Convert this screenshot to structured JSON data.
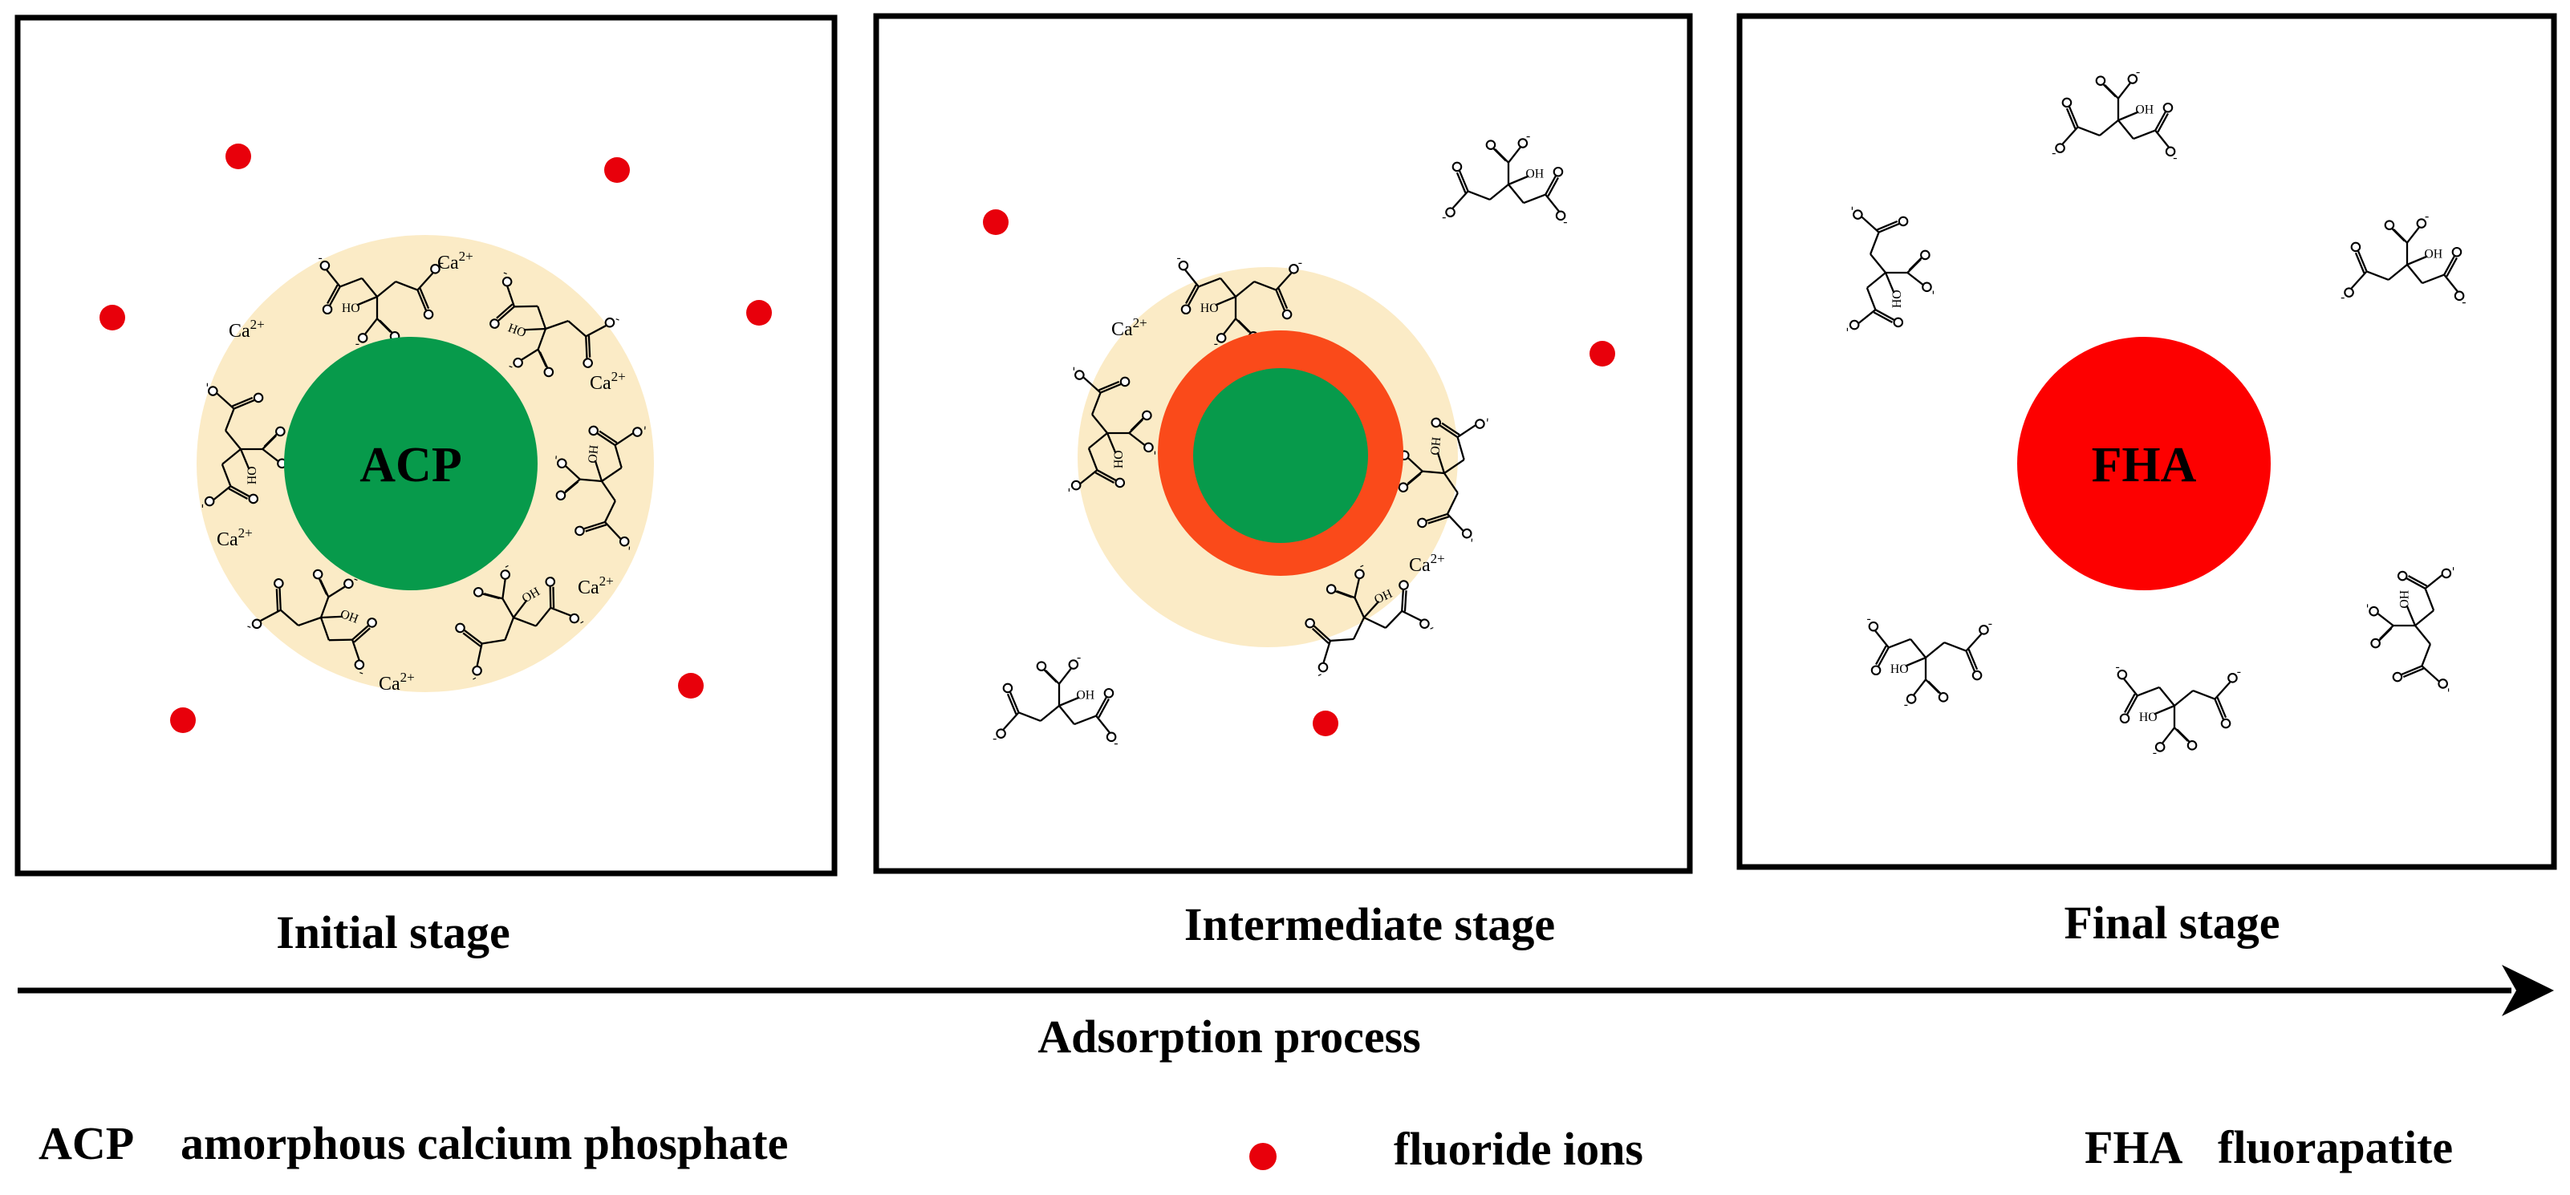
{
  "stages": [
    {
      "label": "Initial stage",
      "core_label": "ACP"
    },
    {
      "label": "Intermediate stage"
    },
    {
      "label": "Final stage",
      "core_label": "FHA"
    }
  ],
  "process_label": "Adsorption process",
  "ion_label": "Ca",
  "ion_charge": "2+",
  "legend": {
    "acp_abbr": "ACP",
    "acp_text": "amorphous calcium phosphate",
    "fluoride_text": "fluoride ions",
    "fha_abbr": "FHA",
    "fha_text": "fluorapatite"
  },
  "colors": {
    "acp_core": "#079a4b",
    "fha_core": "#fd0000",
    "fha_shell": "#fa4a1a",
    "adsorption_layer": "#fbebc6",
    "fluoride_ion": "#e8000b",
    "frame": "#000000"
  }
}
